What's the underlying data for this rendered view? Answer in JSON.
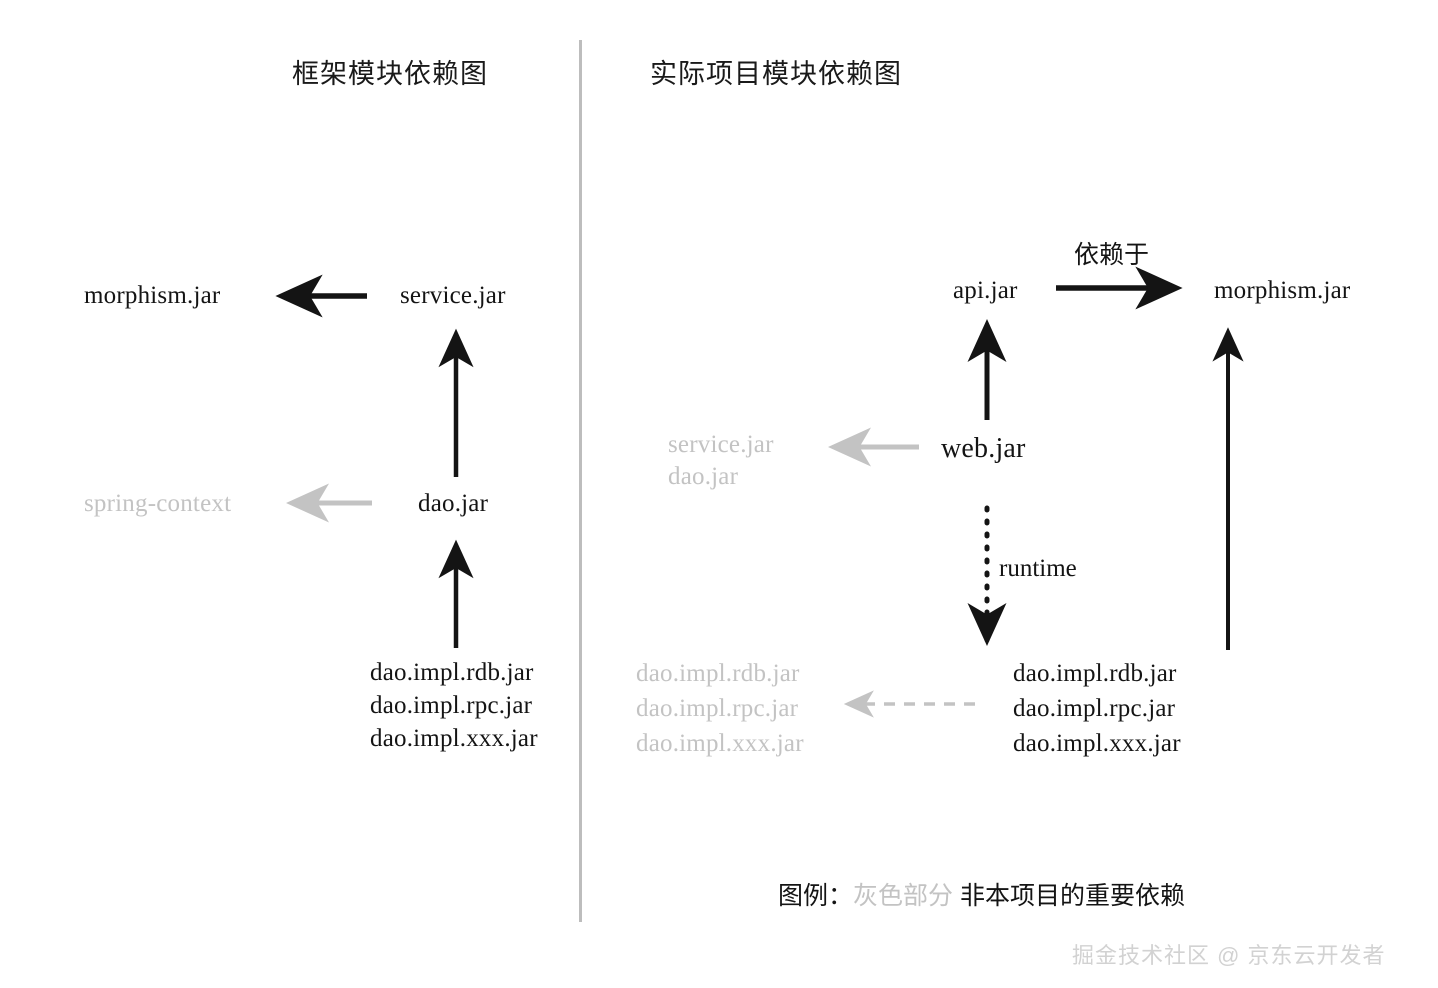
{
  "panels": {
    "left": {
      "title": "框架模块依赖图",
      "nodes": {
        "morphism": "morphism.jar",
        "service": "service.jar",
        "spring_context": "spring-context",
        "dao": "dao.jar",
        "dao_impl": [
          "dao.impl.rdb.jar",
          "dao.impl.rpc.jar",
          "dao.impl.xxx.jar"
        ]
      }
    },
    "right": {
      "title": "实际项目模块依赖图",
      "nodes": {
        "api": "api.jar",
        "morphism": "morphism.jar",
        "web": "web.jar",
        "gray_service_dao": [
          "service.jar",
          "dao.jar"
        ],
        "gray_dao_impl": [
          "dao.impl.rdb.jar",
          "dao.impl.rpc.jar",
          "dao.impl.xxx.jar"
        ],
        "dao_impl": [
          "dao.impl.rdb.jar",
          "dao.impl.rpc.jar",
          "dao.impl.xxx.jar"
        ]
      },
      "edge_labels": {
        "depends_on": "依赖于",
        "runtime": "runtime"
      }
    }
  },
  "legend": {
    "prefix": "图例：",
    "gray_term": "灰色部分",
    "description": " 非本项目的重要依赖"
  },
  "watermark": "掘金技术社区 @ 京东云开发者",
  "colors": {
    "ink": "#141414",
    "gray": "#c3c3c3",
    "divider": "#bdbdbd",
    "watermark": "#d2d2d2",
    "background": "#ffffff"
  }
}
